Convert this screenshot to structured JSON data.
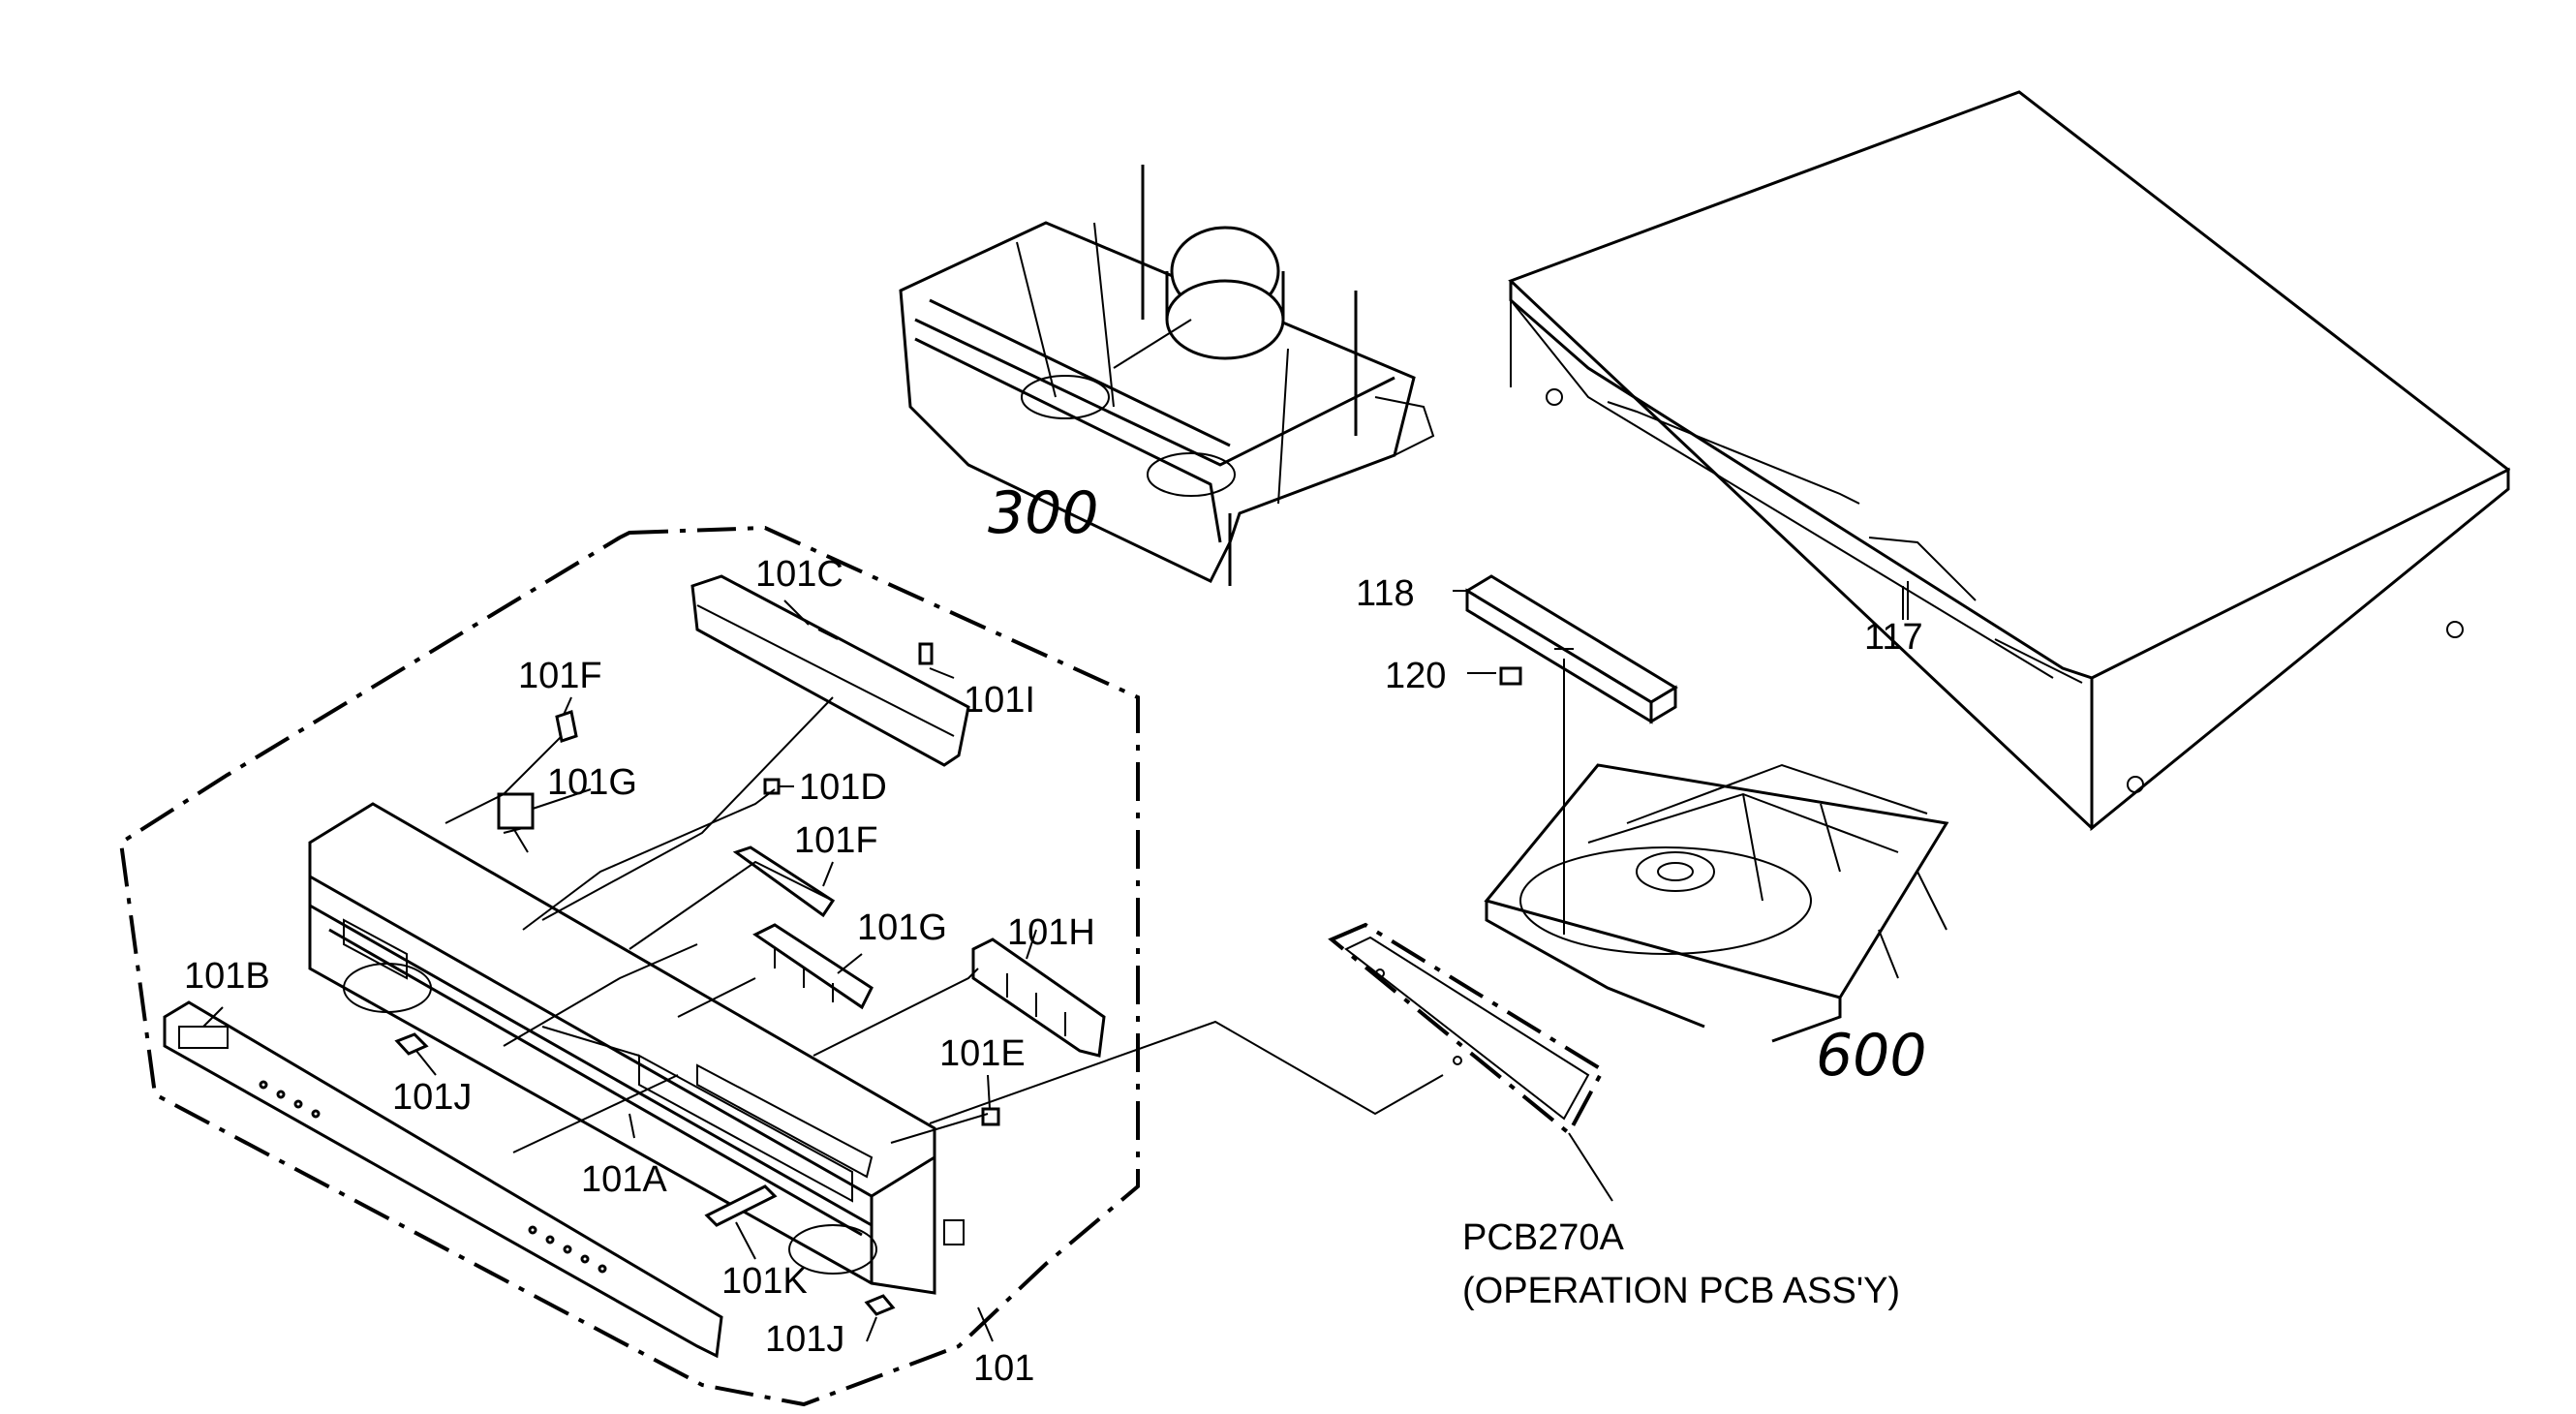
{
  "labels": {
    "l300": "300",
    "l600": "600",
    "l101": "101",
    "l101A": "101A",
    "l101B": "101B",
    "l101C": "101C",
    "l101D": "101D",
    "l101E": "101E",
    "l101F_top": "101F",
    "l101F_mid": "101F",
    "l101G_top": "101G",
    "l101G_mid": "101G",
    "l101H": "101H",
    "l101I": "101I",
    "l101J_left": "101J",
    "l101J_bottom": "101J",
    "l101K": "101K",
    "l117": "117",
    "l118": "118",
    "l120": "120",
    "pcb_name": "PCB270A",
    "pcb_desc": "(OPERATION PCB ASS'Y)"
  }
}
